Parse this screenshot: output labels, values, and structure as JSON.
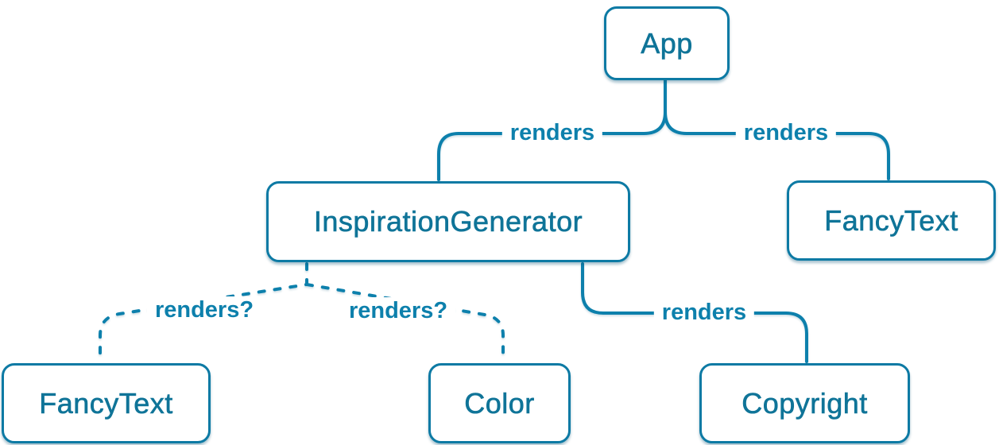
{
  "diagram": {
    "type": "component-render-tree",
    "nodes": [
      {
        "id": "app",
        "label": "App"
      },
      {
        "id": "inspiration-generator",
        "label": "InspirationGenerator"
      },
      {
        "id": "fancy-text-top",
        "label": "FancyText"
      },
      {
        "id": "fancy-text-bottom",
        "label": "FancyText"
      },
      {
        "id": "color",
        "label": "Color"
      },
      {
        "id": "copyright",
        "label": "Copyright"
      }
    ],
    "edges": [
      {
        "from": "App",
        "to": "InspirationGenerator",
        "label": "renders",
        "style": "solid"
      },
      {
        "from": "App",
        "to": "FancyText",
        "label": "renders",
        "style": "solid"
      },
      {
        "from": "InspirationGenerator",
        "to": "FancyText",
        "label": "renders?",
        "style": "dashed"
      },
      {
        "from": "InspirationGenerator",
        "to": "Color",
        "label": "renders?",
        "style": "dashed"
      },
      {
        "from": "InspirationGenerator",
        "to": "Copyright",
        "label": "renders",
        "style": "solid"
      }
    ],
    "colors": {
      "accent": "#0d80ac",
      "box_border": "#0d7aa4",
      "box_text": "#0f7498",
      "background": "#ffffff"
    }
  }
}
